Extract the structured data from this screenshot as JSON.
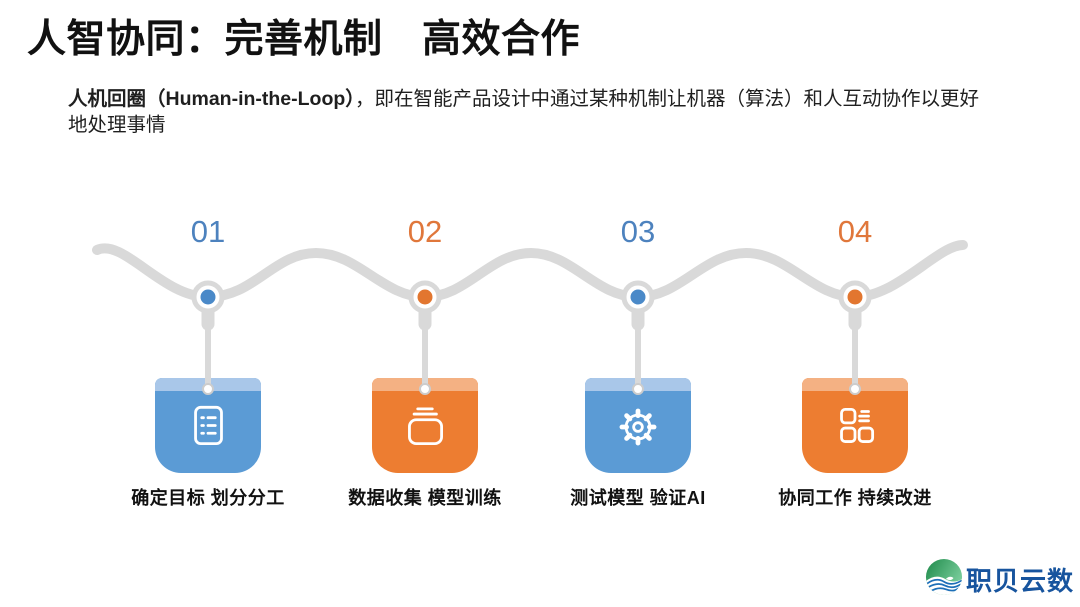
{
  "slide": {
    "title": "人智协同：完善机制　高效合作",
    "intro": {
      "bold": "人机回圈（Human-in-the-Loop）",
      "rest": "，即在智能产品设计中通过某种机制让机器（算法）和人互动协作以更好地处理事情"
    }
  },
  "steps": [
    {
      "number": "01",
      "label": "确定目标 划分分工",
      "icon": "task-list-icon",
      "theme": "blue"
    },
    {
      "number": "02",
      "label": "数据收集 模型训练",
      "icon": "storage-box-icon",
      "theme": "orange"
    },
    {
      "number": "03",
      "label": "测试模型 验证AI",
      "icon": "gear-icon",
      "theme": "blue"
    },
    {
      "number": "04",
      "label": "协同工作 持续改进",
      "icon": "grid-components-icon",
      "theme": "orange"
    }
  ],
  "footer": {
    "brand": "职贝云数"
  },
  "colors": {
    "title-text": "#111111",
    "body-text": "#1f1f1f",
    "label-text": "#111111",
    "step-blue": "#4d82be",
    "step-orange": "#e0773b",
    "dot-blue": "#4a89c8",
    "dot-orange": "#e2762f",
    "box-blue": "#5b9bd5",
    "box-blue-light": "#a9c7e9",
    "box-orange": "#ed7d31",
    "box-orange-light": "#f4b183",
    "wave-gray": "#d9d9d9",
    "logo-blue": "#17549e",
    "logo-green-dark": "#1e8a4a",
    "logo-green-light": "#7ccf9e",
    "logo-wave-blue": "#1d6fb8"
  }
}
